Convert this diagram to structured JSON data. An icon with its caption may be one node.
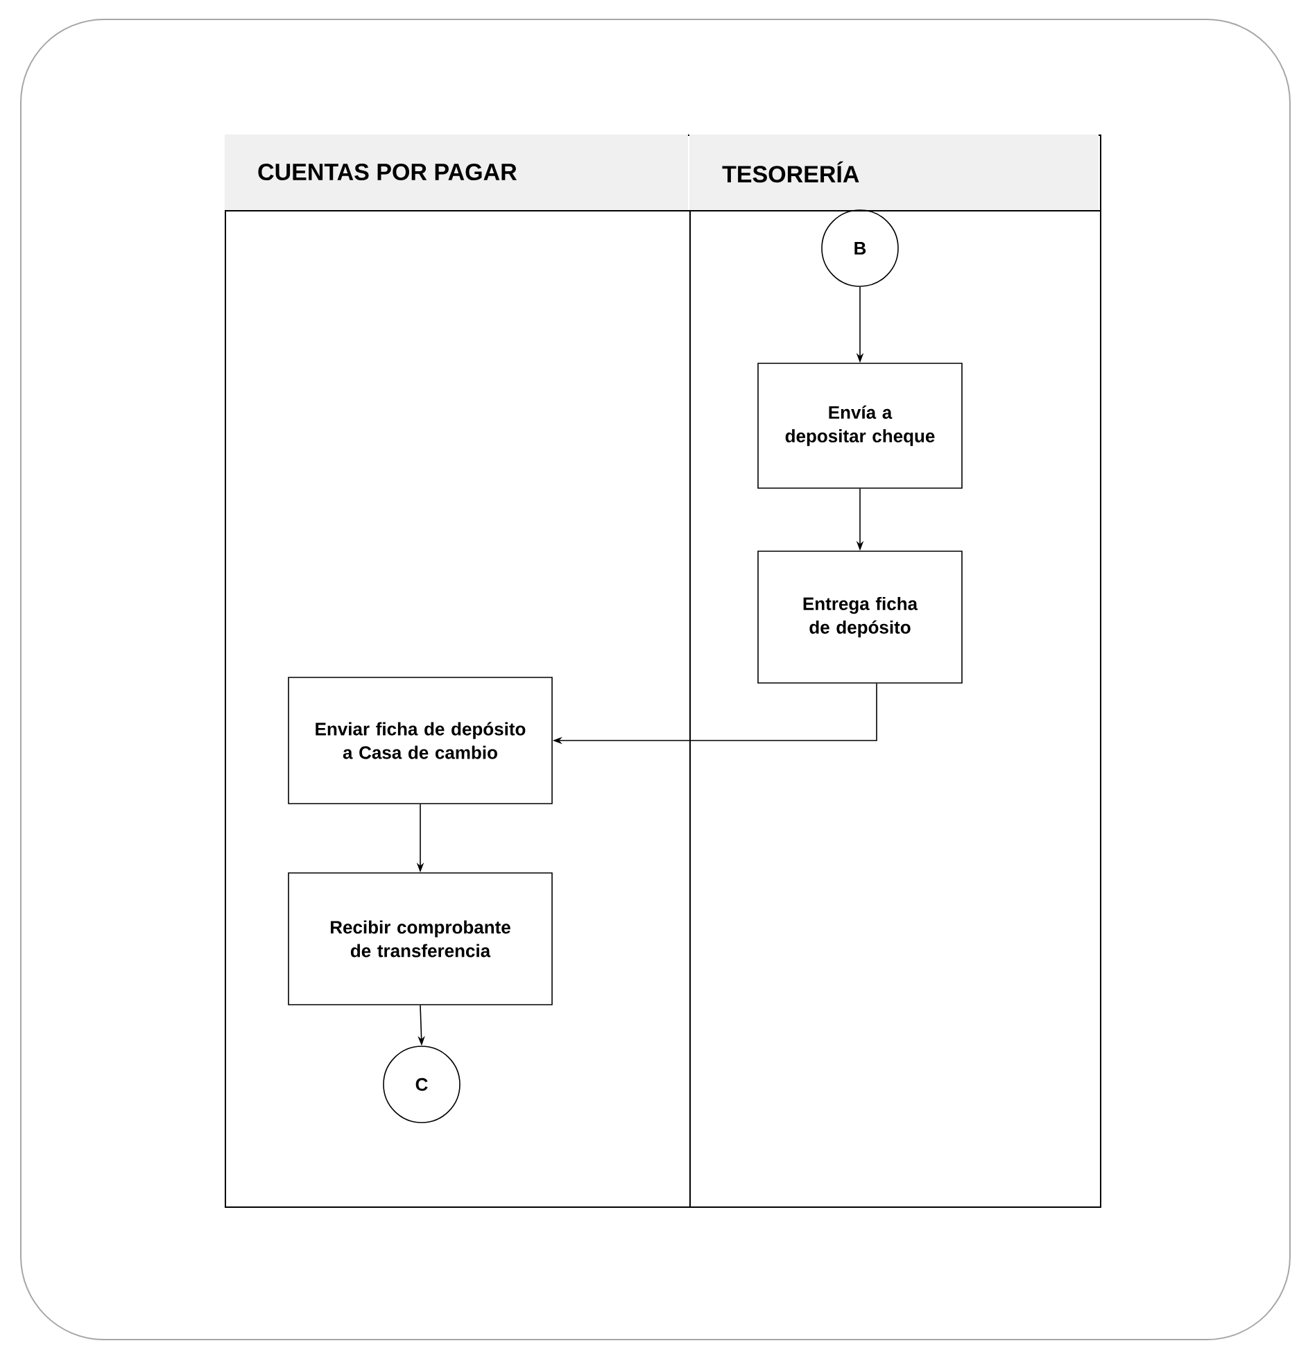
{
  "diagram": {
    "nodes": [
      {
        "text": [
          "CUENTAS POR PAGAR"
        ]
      },
      {
        "text": [
          "TESORERÍA"
        ]
      },
      {
        "text": [
          "B"
        ],
        "in": 1
      },
      {
        "text": [
          "Envía a depositar cheque"
        ],
        "in": 1
      },
      {
        "text": [
          "Entrega ficha de depósito"
        ],
        "in": 1
      },
      {
        "text": [
          "Enviar ficha de depósito a Casa de cambio"
        ],
        "in": 0
      },
      {
        "text": [
          "Recibir comprobante de transferencia"
        ],
        "in": 0
      },
      {
        "text": [
          "C"
        ],
        "in": 0
      }
    ],
    "edges": [
      {
        "from": 2,
        "to": 3,
        "arrow": "to"
      },
      {
        "from": 3,
        "to": 4,
        "arrow": "to"
      },
      {
        "from": 4,
        "to": 5,
        "arrow": "to"
      },
      {
        "from": 5,
        "to": 6,
        "arrow": "to"
      },
      {
        "from": 6,
        "to": 7,
        "arrow": "to"
      }
    ]
  }
}
